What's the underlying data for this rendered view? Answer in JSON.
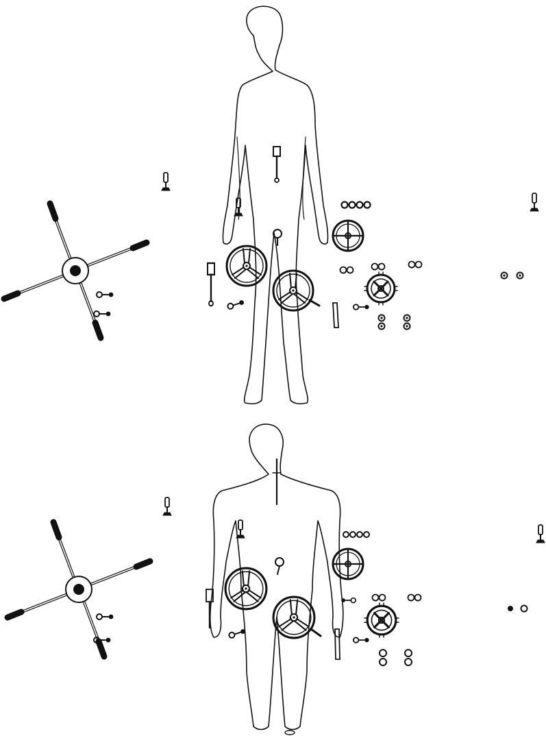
{
  "figure": {
    "kind": "line-drawing",
    "panels": [
      {
        "view": "front",
        "figure_icon": "human-silhouette-icon"
      },
      {
        "view": "rear",
        "figure_icon": "human-silhouette-icon"
      }
    ],
    "control_icons": [
      "handwheel-icon",
      "spoked-wheel-icon",
      "lever-icon",
      "knob-icon",
      "star-wheel-icon",
      "push-button-icon"
    ],
    "colors": {
      "ink": "#111111",
      "background": "#ffffff"
    }
  }
}
